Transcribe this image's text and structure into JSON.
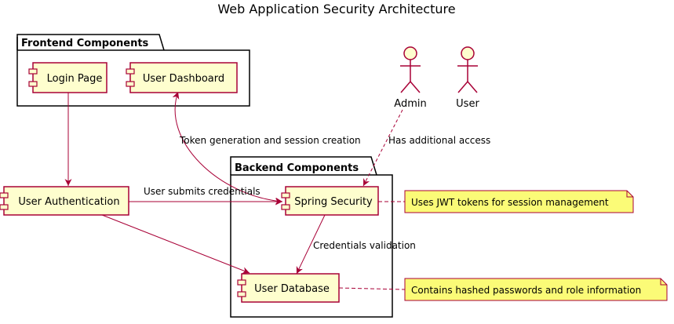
{
  "diagram": {
    "title": "Web Application Security Architecture",
    "colors": {
      "component_fill": "#FEFECE",
      "border": "#A80036",
      "note_fill": "#FBFB77",
      "package_border": "#000000",
      "text": "#000000"
    },
    "packages": {
      "frontend": {
        "title": "Frontend Components"
      },
      "backend": {
        "title": "Backend Components"
      }
    },
    "components": {
      "login_page": {
        "label": "Login Page"
      },
      "user_dashboard": {
        "label": "User Dashboard"
      },
      "user_authentication": {
        "label": "User Authentication"
      },
      "spring_security": {
        "label": "Spring Security"
      },
      "user_database": {
        "label": "User Database"
      }
    },
    "actors": {
      "admin": {
        "label": "Admin"
      },
      "user": {
        "label": "User"
      }
    },
    "edges": {
      "token_generation": {
        "label": "Token generation and session creation"
      },
      "user_submits": {
        "label": "User submits credentials"
      },
      "has_access": {
        "label": "Has additional access"
      },
      "credentials_validation": {
        "label": "Credentials validation"
      }
    },
    "notes": {
      "jwt": {
        "text": "Uses JWT tokens for session management"
      },
      "hashed": {
        "text": "Contains hashed passwords and role information"
      }
    }
  }
}
